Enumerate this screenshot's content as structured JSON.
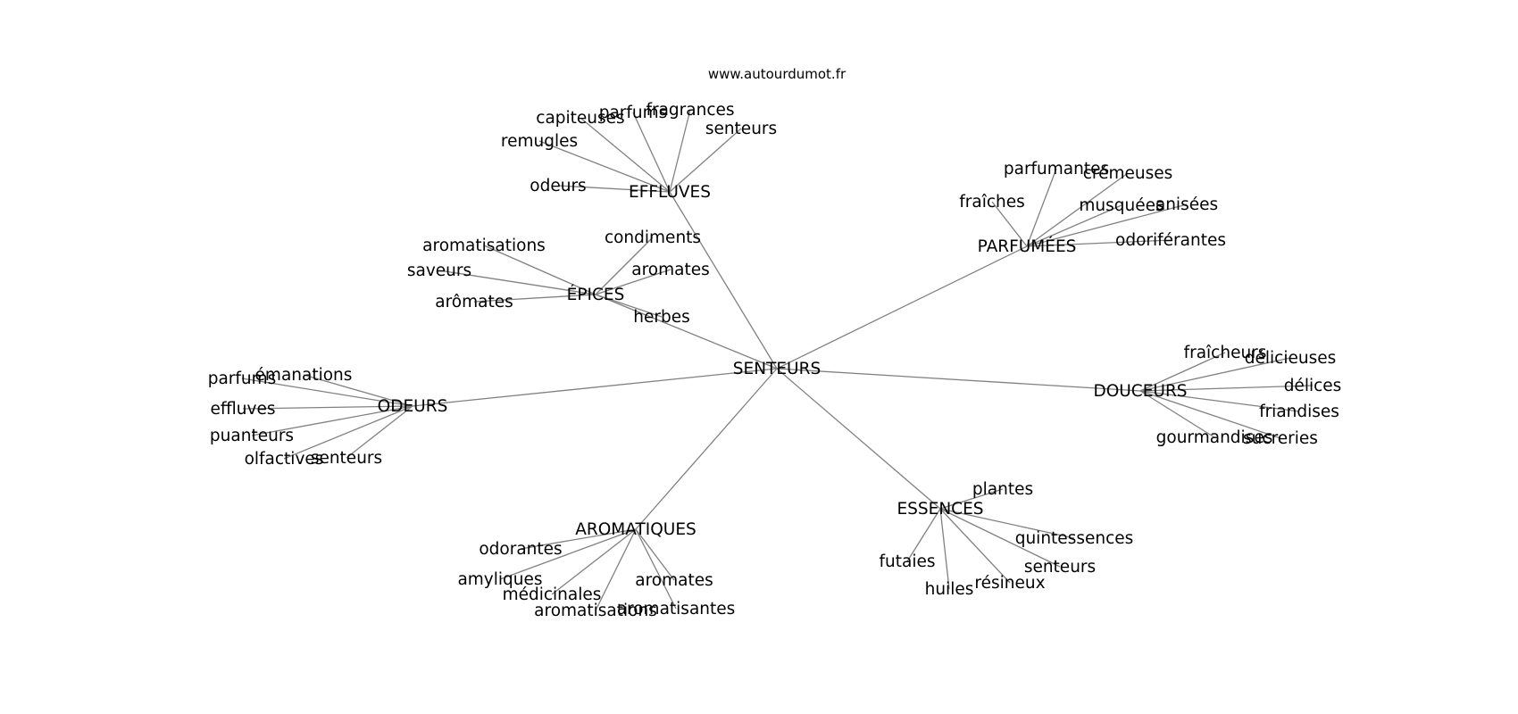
{
  "source": "www.autourdumot.fr",
  "center": "SENTEURS",
  "clusters": [
    {
      "label": "EFFLUVES",
      "leaves": [
        "capiteuses",
        "parfums",
        "fragrances",
        "senteurs",
        "remugles",
        "odeurs"
      ]
    },
    {
      "label": "ÉPICES",
      "leaves": [
        "aromatisations",
        "saveurs",
        "arômates",
        "condiments",
        "aromates",
        "herbes"
      ]
    },
    {
      "label": "PARFUMÉES",
      "leaves": [
        "parfumantes",
        "crémeuses",
        "fraîches",
        "musquées",
        "anisées",
        "odoriférantes"
      ]
    },
    {
      "label": "ODEURS",
      "leaves": [
        "parfums",
        "émanations",
        "effluves",
        "puanteurs",
        "olfactives",
        "senteurs"
      ]
    },
    {
      "label": "DOUCEURS",
      "leaves": [
        "fraîcheurs",
        "délicieuses",
        "délices",
        "friandises",
        "gourmandises",
        "sucreries"
      ]
    },
    {
      "label": "AROMATIQUES",
      "leaves": [
        "odorantes",
        "amyliques",
        "médicinales",
        "aromatisations",
        "aromatisantes",
        "aromates"
      ]
    },
    {
      "label": "ESSENCES",
      "leaves": [
        "plantes",
        "quintessences",
        "senteurs",
        "futaies",
        "huiles",
        "résineux"
      ]
    }
  ]
}
